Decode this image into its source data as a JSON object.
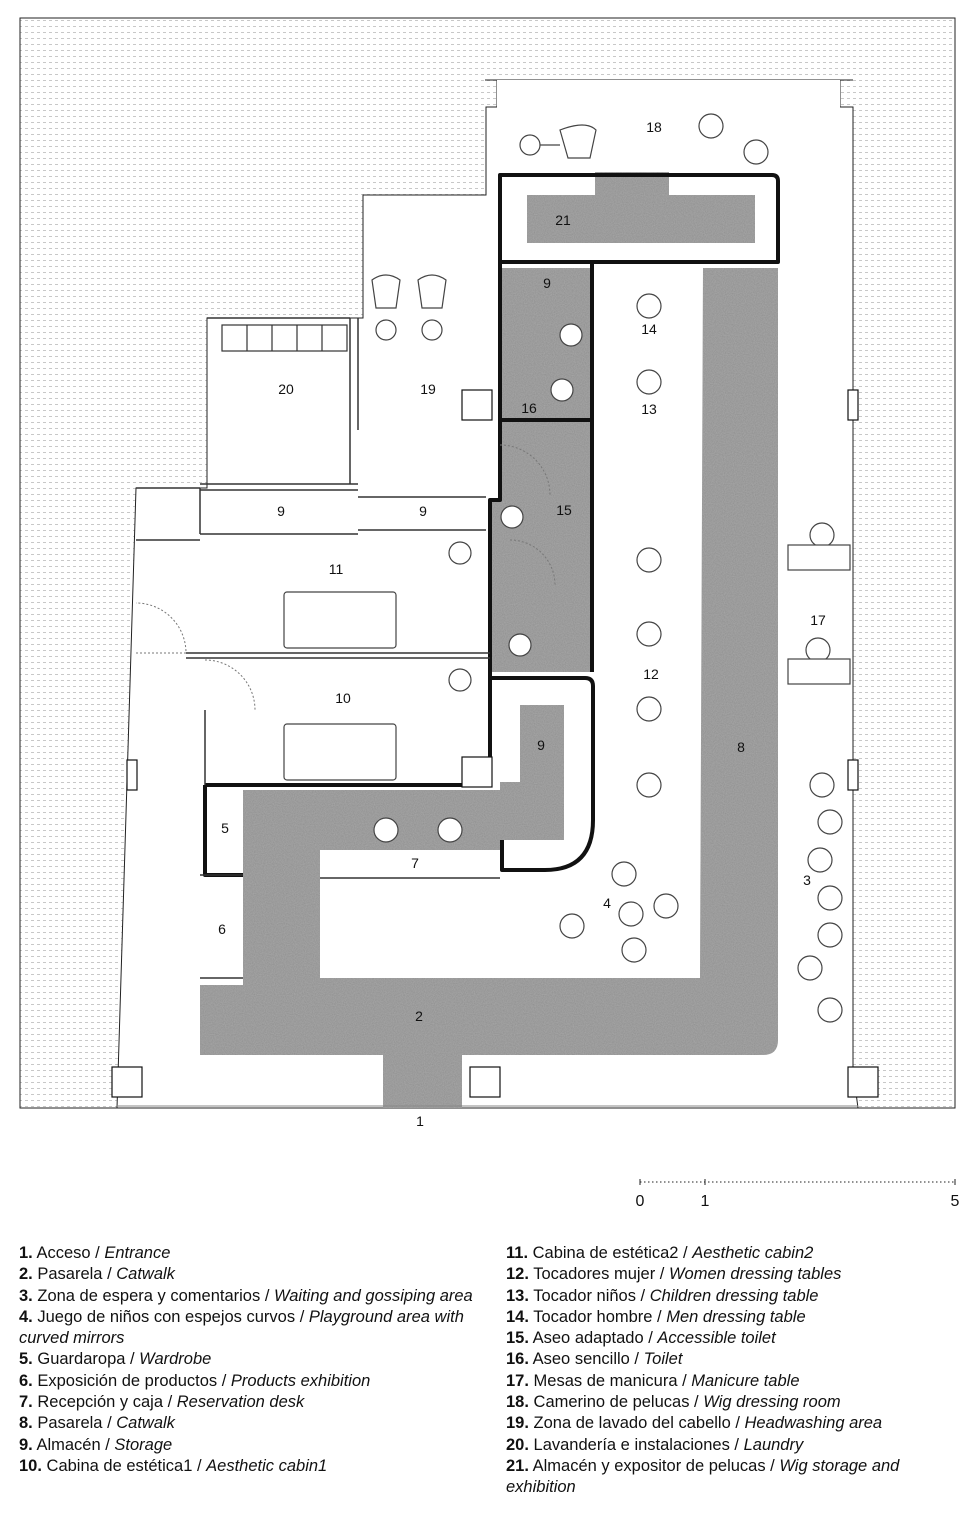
{
  "plan_labels": {
    "1": "1",
    "2": "2",
    "3": "3",
    "4": "4",
    "5": "5",
    "6": "6",
    "7": "7",
    "8": "8",
    "9": "9",
    "10": "10",
    "11": "11",
    "12": "12",
    "13": "13",
    "14": "14",
    "15": "15",
    "16": "16",
    "17": "17",
    "18": "18",
    "19": "19",
    "20": "20",
    "21": "21"
  },
  "scale_bar": {
    "ticks": [
      "0",
      "1",
      "5"
    ]
  },
  "legend": {
    "left": [
      {
        "num": "1.",
        "es": "Acceso / ",
        "en": "Entrance"
      },
      {
        "num": "2.",
        "es": "Pasarela / ",
        "en": "Catwalk"
      },
      {
        "num": "3.",
        "es": "Zona de espera y comentarios / ",
        "en": "Waiting and gossiping area"
      },
      {
        "num": "4.",
        "es": "Juego de niños con espejos curvos / ",
        "en": "Playground area with curved mirrors"
      },
      {
        "num": "5.",
        "es": "Guardaropa / ",
        "en": "Wardrobe"
      },
      {
        "num": "6.",
        "es": "Exposición de productos / ",
        "en": "Products exhibition"
      },
      {
        "num": "7.",
        "es": "Recepción y caja / ",
        "en": "Reservation desk"
      },
      {
        "num": "8.",
        "es": "Pasarela / ",
        "en": "Catwalk"
      },
      {
        "num": "9.",
        "es": "Almacén / ",
        "en": "Storage"
      },
      {
        "num": "10.",
        "es": "Cabina de estética1 / ",
        "en": "Aesthetic cabin1"
      }
    ],
    "right": [
      {
        "num": "11.",
        "es": "Cabina de estética2 / ",
        "en": "Aesthetic cabin2"
      },
      {
        "num": "12.",
        "es": "Tocadores mujer / ",
        "en": "Women dressing tables"
      },
      {
        "num": "13.",
        "es": "Tocador niños / ",
        "en": "Children dressing table"
      },
      {
        "num": "14.",
        "es": "Tocador hombre / ",
        "en": "Men dressing table"
      },
      {
        "num": "15.",
        "es": "Aseo adaptado / ",
        "en": "Accessible toilet"
      },
      {
        "num": "16.",
        "es": "Aseo sencillo / ",
        "en": "Toilet"
      },
      {
        "num": "17.",
        "es": "Mesas de manicura / ",
        "en": "Manicure table"
      },
      {
        "num": "18.",
        "es": "Camerino de pelucas / ",
        "en": "Wig dressing room"
      },
      {
        "num": "19.",
        "es": "Zona de lavado del cabello / ",
        "en": "Headwashing area"
      },
      {
        "num": "20.",
        "es": "Lavandería e instalaciones / ",
        "en": "Laundry"
      },
      {
        "num": "21.",
        "es": "Almacén y expositor de pelucas / ",
        "en": "Wig storage and exhibition"
      }
    ]
  }
}
